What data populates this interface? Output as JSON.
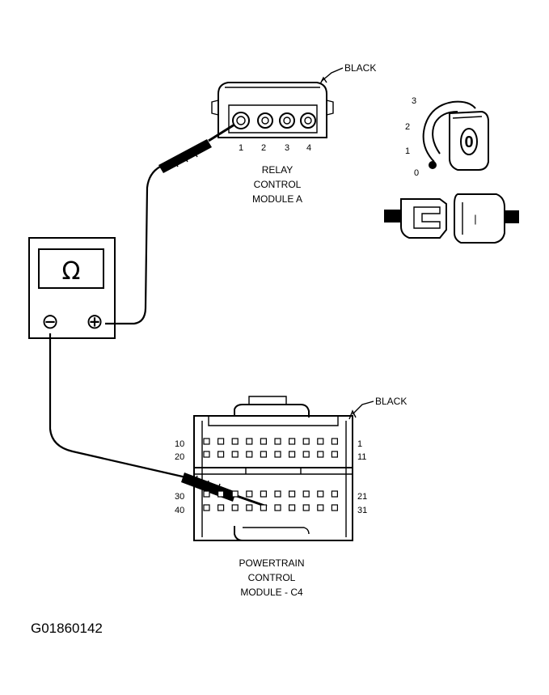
{
  "relay": {
    "color_label": "BLACK",
    "pins": [
      "1",
      "2",
      "3",
      "4"
    ],
    "name_lines": [
      "RELAY",
      "CONTROL",
      "MODULE A"
    ]
  },
  "ignition": {
    "positions": [
      "3",
      "2",
      "1",
      "0"
    ],
    "key_label": "0",
    "cylinder_label": "|"
  },
  "meter": {
    "display_symbol": "Ω",
    "negative_symbol": "⊖",
    "positive_symbol": "⊕"
  },
  "pcm": {
    "color_label": "BLACK",
    "row_labels_left": [
      "10",
      "20",
      "30",
      "40"
    ],
    "row_labels_right": [
      "1",
      "11",
      "21",
      "31"
    ],
    "name_lines": [
      "POWERTRAIN",
      "CONTROL",
      "MODULE - C4"
    ]
  },
  "figure_code": "G01860142"
}
